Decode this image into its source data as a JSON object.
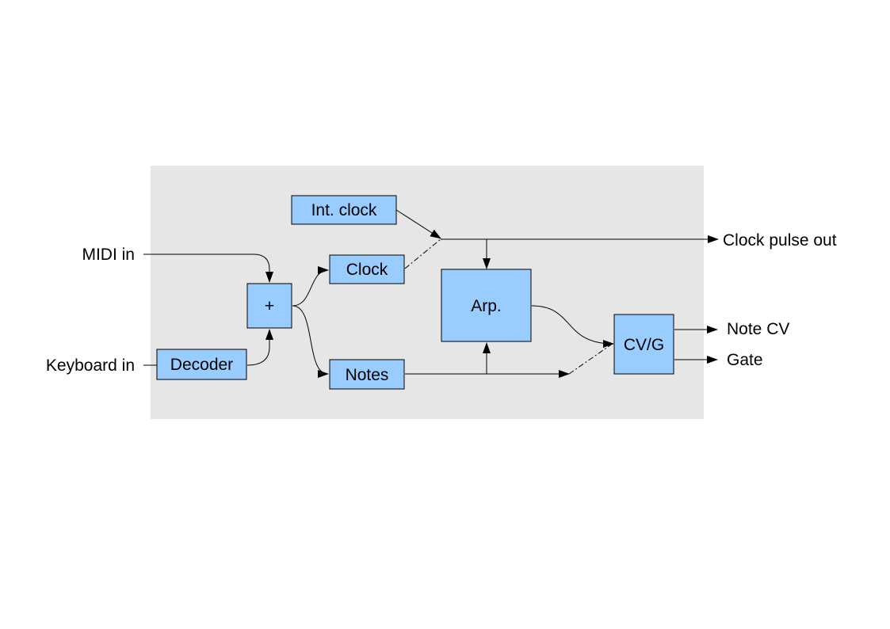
{
  "inputs": {
    "midi_in": "MIDI in",
    "keyboard_in": "Keyboard in"
  },
  "blocks": {
    "decoder": "Decoder",
    "merge": "+",
    "int_clock": "Int. clock",
    "clock": "Clock",
    "notes": "Notes",
    "arp": "Arp.",
    "cvg": "CV/G"
  },
  "outputs": {
    "clock_pulse_out": "Clock pulse out",
    "note_cv": "Note CV",
    "gate": "Gate"
  },
  "colors": {
    "background_panel": "#e6e6e6",
    "block_fill": "#99ccff",
    "line": "#000000"
  }
}
